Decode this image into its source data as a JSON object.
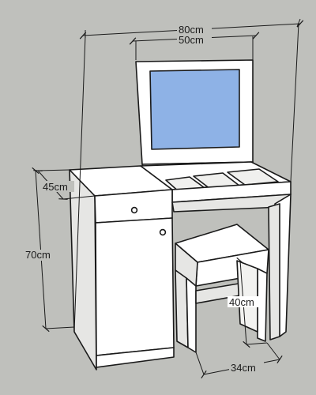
{
  "diagram": {
    "subject": "dressing table with flip-up mirror and stool",
    "colors": {
      "background": "#bfc0bc",
      "furniture": "#ffffff",
      "shadow": "#e6e6e4",
      "mirror": "#8eb2e6",
      "line": "#1a1a1a"
    },
    "dimensions": {
      "total_width": "80cm",
      "mirror_width": "50cm",
      "depth": "45cm",
      "height": "70cm",
      "stool_height": "40cm",
      "stool_width": "34cm"
    }
  }
}
